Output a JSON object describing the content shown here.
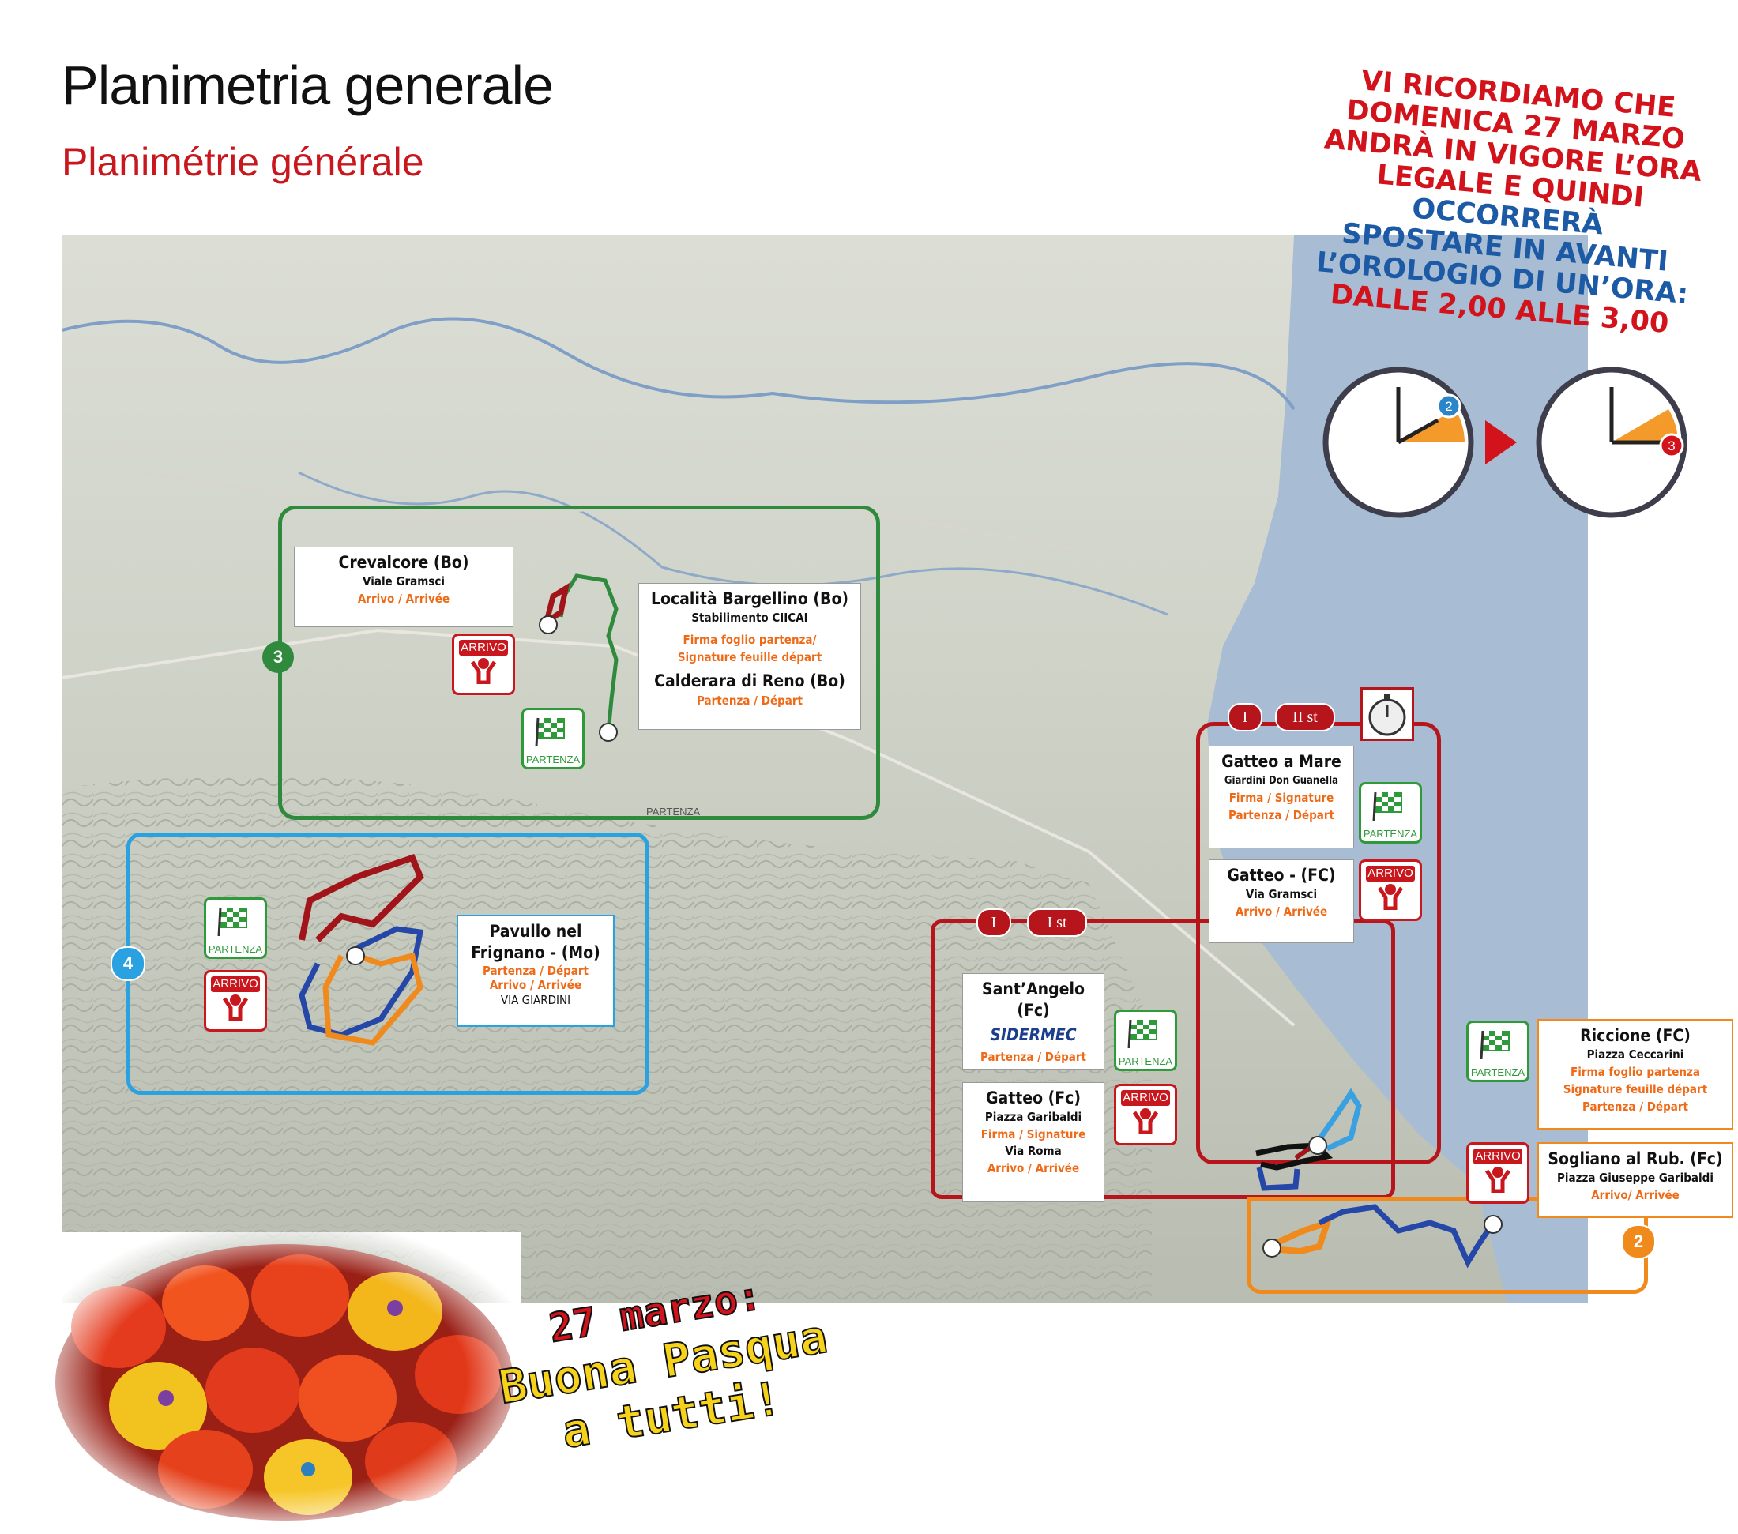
{
  "title": "Planimetria generale",
  "subtitle": "Planimétrie générale",
  "reminder": {
    "lines_red": [
      "VI RICORDIAMO CHE",
      "DOMENICA 27 MARZO",
      "ANDRÀ IN VIGORE L’ORA",
      "LEGALE E QUINDI"
    ],
    "lines_blue": [
      "OCCORRERÀ",
      "SPOSTARE IN AVANTI",
      "L’OROLOGIO DI UN’ORA:"
    ],
    "line_red_final": "DALLE 2,00 ALLE 3,00",
    "clock_before": "2",
    "clock_after": "3"
  },
  "stage3": {
    "number": "3",
    "color": "#2f8a3d",
    "crevalcore": {
      "title": "Crevalcore (Bo)",
      "street": "Viale Gramsci",
      "role": "Arrivo / Arrivée"
    },
    "bargellino": {
      "title": "Località Bargellino (Bo)",
      "place": "Stabilimento CIICAI",
      "role": "Firma foglio partenza/",
      "role2": "Signature feuille départ"
    },
    "calderara": {
      "title": "Calderara di Reno (Bo)",
      "role": "Partenza / Départ"
    }
  },
  "stage4": {
    "number": "4",
    "color": "#2aa1e0",
    "pavullo": {
      "title1": "Pavullo nel",
      "title2": "Frignano - (Mo)",
      "role1": "Partenza / Départ",
      "role2": "Arrivo / Arrivée",
      "street": "VIA GIARDINI"
    }
  },
  "stage1": {
    "number": "I",
    "color": "#b6151c",
    "pill_i": "I",
    "pill_ist": "I st",
    "pill_iist": "II st",
    "santangelo": {
      "title": "Sant’Angelo (Fc)",
      "sponsor": "SIDERMEC",
      "role": "Partenza / Départ"
    },
    "gatteo_fc": {
      "title": "Gatteo (Fc)",
      "place": "Piazza Garibaldi",
      "role1": "Firma / Signature",
      "street": "Via Roma",
      "role2": "Arrivo / Arrivée"
    },
    "gatteo_mare": {
      "title": "Gatteo a Mare",
      "place": "Giardini Don Guanella",
      "role1": "Firma / Signature",
      "role2": "Partenza / Départ"
    },
    "gatteo_fc2": {
      "title": "Gatteo - (FC)",
      "street": "Via Gramsci",
      "role": "Arrivo / Arrivée"
    }
  },
  "stage2": {
    "number": "2",
    "color": "#f08a1c",
    "riccione": {
      "title": "Riccione (FC)",
      "place": "Piazza Ceccarini",
      "role1": "Firma foglio partenza",
      "role2": "Signature feuille départ",
      "role3": "Partenza / Départ"
    },
    "sogliano": {
      "title": "Sogliano al Rub. (Fc)",
      "place": "Piazza Giuseppe Garibaldi",
      "role": "Arrivo/ Arrivée"
    }
  },
  "icons": {
    "arrivo": "ARRIVO",
    "partenza": "PARTENZA"
  },
  "map_label": "PARTENZA",
  "easter": {
    "date": "27 marzo:",
    "line1": "Buona Pasqua",
    "line2": "a tutti!"
  }
}
